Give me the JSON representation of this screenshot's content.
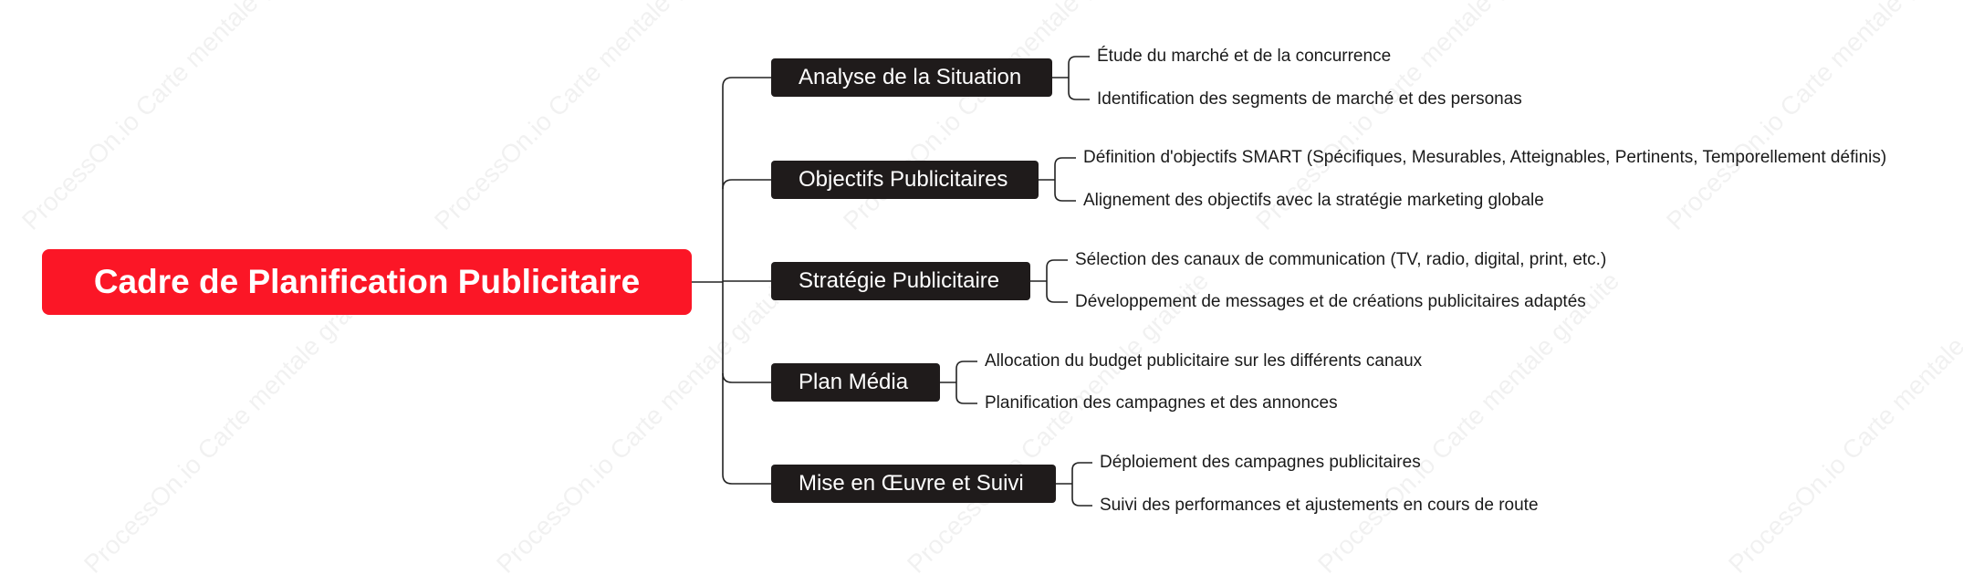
{
  "watermark_text": "ProcessOn.io Carte mentale gratuite",
  "colors": {
    "root_fill": "#fb1626",
    "branch_fill": "#1f1b1b",
    "line": "#222222"
  },
  "root": {
    "label": "Cadre de Planification Publicitaire"
  },
  "branches": [
    {
      "label": "Analyse de la Situation",
      "children": [
        "Étude du marché et de la concurrence",
        "Identification des segments de marché et des personas"
      ]
    },
    {
      "label": "Objectifs Publicitaires",
      "children": [
        "Définition d'objectifs SMART (Spécifiques, Mesurables, Atteignables, Pertinents, Temporellement définis)",
        "Alignement des objectifs avec la stratégie marketing globale"
      ]
    },
    {
      "label": "Stratégie Publicitaire",
      "children": [
        "Sélection des canaux de communication (TV, radio, digital, print, etc.)",
        "Développement de messages et de créations publicitaires adaptés"
      ]
    },
    {
      "label": "Plan Média",
      "children": [
        "Allocation du budget publicitaire sur les différents canaux",
        "Planification des campagnes et des annonces"
      ]
    },
    {
      "label": "Mise en Œuvre et Suivi",
      "children": [
        "Déploiement des campagnes publicitaires",
        "Suivi des performances et ajustements en cours de route"
      ]
    }
  ]
}
